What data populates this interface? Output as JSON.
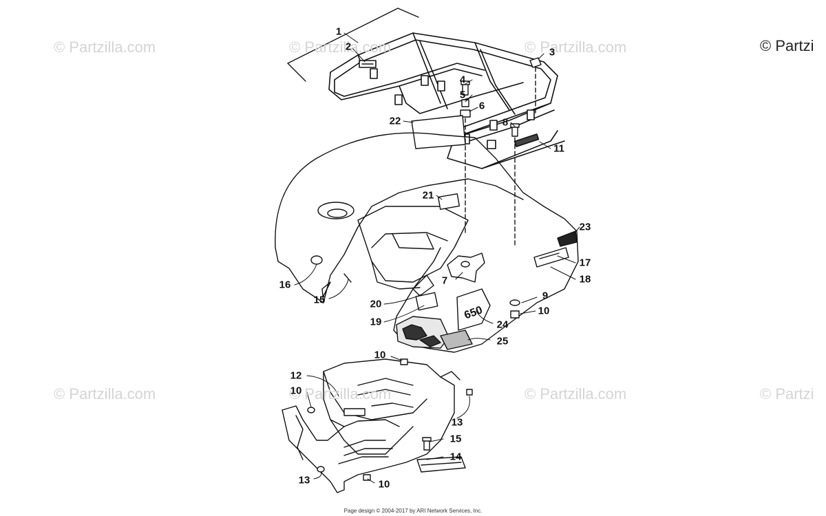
{
  "watermark": {
    "text": "© Partzilla.com",
    "brand_corner_text": "© Partzi",
    "color": "#d4d4d4"
  },
  "diagram": {
    "callout_labels": [
      "1",
      "2",
      "3",
      "4",
      "5",
      "6",
      "22",
      "8",
      "11",
      "21",
      "23",
      "7",
      "17",
      "18",
      "16",
      "15",
      "20",
      "19",
      "9",
      "10",
      "24",
      "25",
      "10",
      "12",
      "10",
      "13",
      "15",
      "14",
      "13",
      "10"
    ],
    "footer": "Page design © 2004-2017 by ARI Network Services, Inc."
  }
}
